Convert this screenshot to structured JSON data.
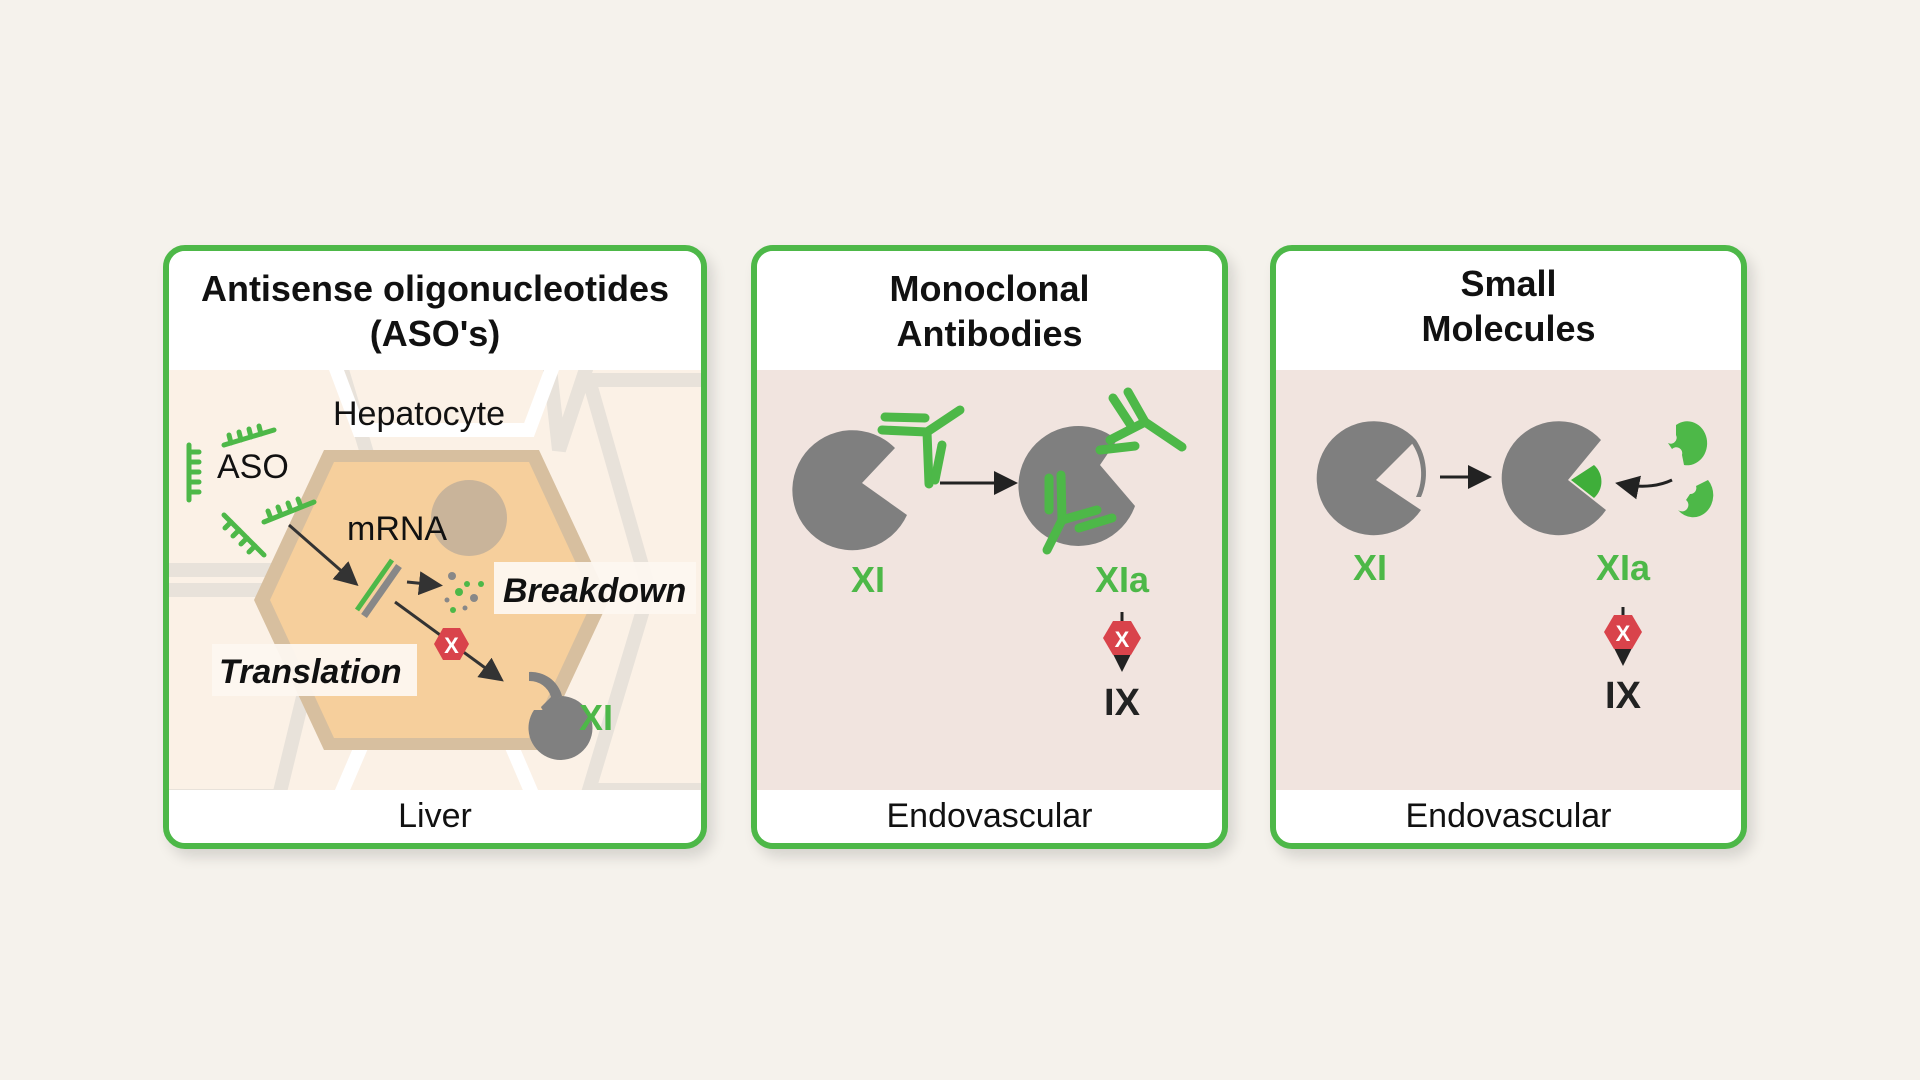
{
  "panels": [
    {
      "title_line1": "Antisense oligonucleotides",
      "title_line2": "(ASO's)",
      "footer": "Liver",
      "labels": {
        "cell": "Hepatocyte",
        "aso": "ASO",
        "mrna": "mRNA",
        "breakdown": "Breakdown",
        "translation": "Translation",
        "factor": "XI",
        "block_mark": "X"
      }
    },
    {
      "title_line1": "Monoclonal",
      "title_line2": "Antibodies",
      "footer": "Endovascular",
      "labels": {
        "zymogen": "XI",
        "activated": "XIa",
        "block_mark": "X",
        "target": "IX"
      }
    },
    {
      "title_line1": "Small",
      "title_line2": "Molecules",
      "footer": "Endovascular",
      "labels": {
        "zymogen": "XI",
        "activated": "XIa",
        "block_mark": "X",
        "target": "IX"
      }
    }
  ],
  "colors": {
    "accent_green": "#4db848",
    "protein_gray": "#808080",
    "block_red": "#d9434b",
    "background": "#f5f2ec"
  }
}
